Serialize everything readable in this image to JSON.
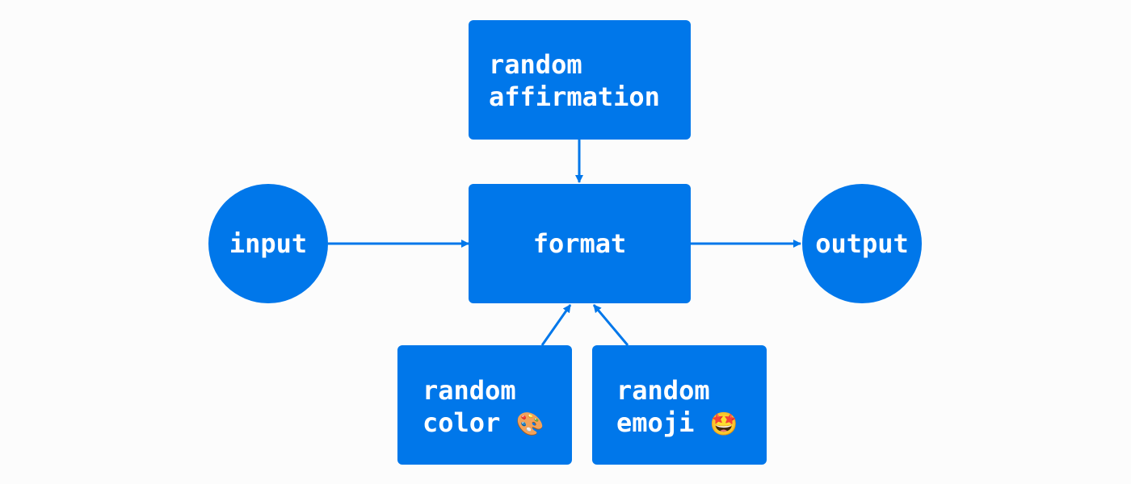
{
  "nodes": {
    "affirmation": {
      "line1": "random",
      "line2": "affirmation"
    },
    "input": {
      "label": "input"
    },
    "format": {
      "label": "format"
    },
    "output": {
      "label": "output"
    },
    "color": {
      "line1": "random",
      "line2": "color",
      "emoji": "🎨"
    },
    "emoji": {
      "line1": "random",
      "line2": "emoji",
      "emoji": "🤩"
    }
  },
  "colors": {
    "node_fill": "#0077ea",
    "edge": "#0077ea",
    "background": "#fcfcfc",
    "text": "#ffffff"
  },
  "edges": [
    {
      "from": "random affirmation",
      "to": "format"
    },
    {
      "from": "input",
      "to": "format"
    },
    {
      "from": "format",
      "to": "output"
    },
    {
      "from": "random color",
      "to": "format"
    },
    {
      "from": "random emoji",
      "to": "format"
    }
  ]
}
